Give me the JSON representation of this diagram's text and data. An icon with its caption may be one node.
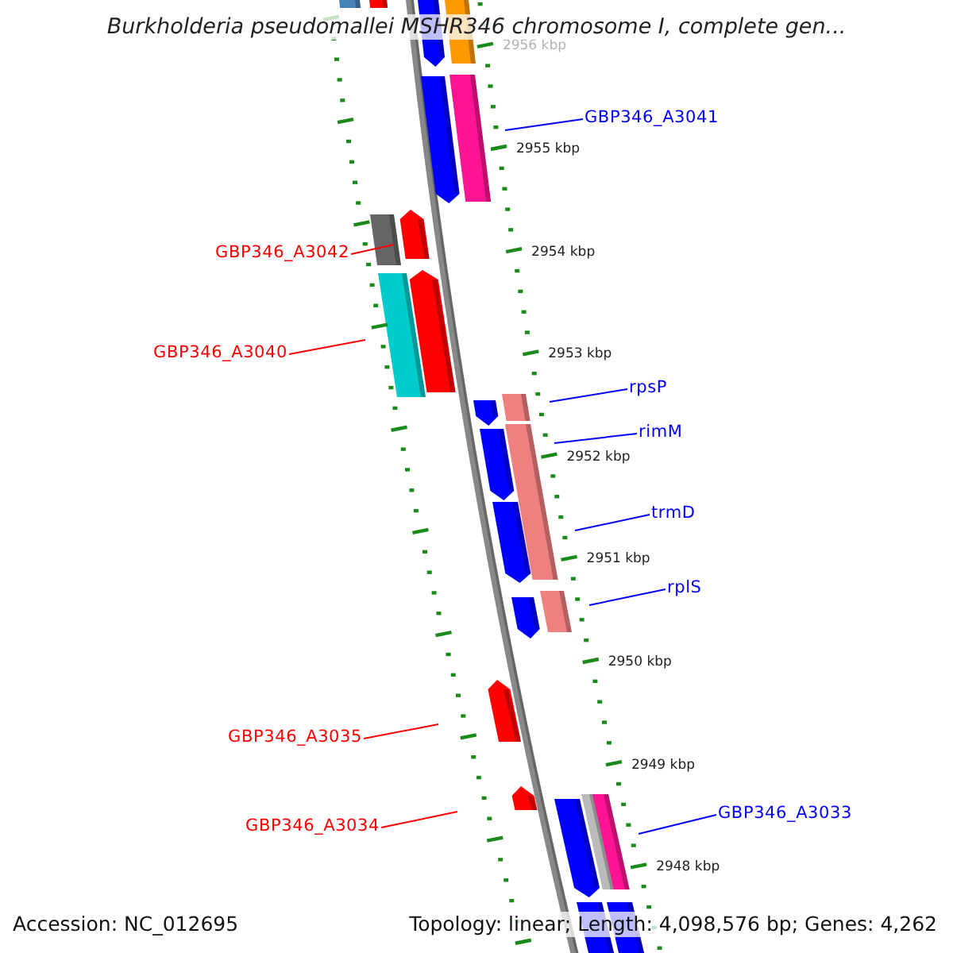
{
  "diagram": {
    "title": "Burkholderia pseudomallei MSHR346 chromosome I, complete gen...",
    "nodes": [
      {
        "text": [
          "GBP346_A3041"
        ]
      },
      {
        "text": [
          "GBP346_A3042"
        ]
      },
      {
        "text": [
          "GBP346_A3040"
        ]
      },
      {
        "text": [
          "rpsP"
        ]
      },
      {
        "text": [
          "rimM"
        ]
      },
      {
        "text": [
          "trmD"
        ]
      },
      {
        "text": [
          "rplS"
        ]
      },
      {
        "text": [
          "GBP346_A3035"
        ]
      },
      {
        "text": [
          "GBP346_A3034"
        ]
      },
      {
        "text": [
          "GBP346_A3033"
        ]
      }
    ],
    "edges": [
      {
        "from": 0,
        "to": null,
        "arrow": "none"
      },
      {
        "from": 1,
        "to": null,
        "arrow": "none",
        "color": "#ff0000"
      },
      {
        "from": 2,
        "to": null,
        "arrow": "none",
        "color": "#ff0000"
      },
      {
        "from": 3,
        "to": null,
        "arrow": "none"
      },
      {
        "from": 4,
        "to": null,
        "arrow": "none"
      },
      {
        "from": 5,
        "to": null,
        "arrow": "none"
      },
      {
        "from": 6,
        "to": null,
        "arrow": "none"
      },
      {
        "from": 7,
        "to": null,
        "arrow": "none",
        "color": "#ff0000"
      },
      {
        "from": 8,
        "to": null,
        "arrow": "none",
        "color": "#ff0000"
      },
      {
        "from": 9,
        "to": null,
        "arrow": "none"
      }
    ],
    "labels": [
      "2956 kbp",
      "2955 kbp",
      "2954 kbp",
      "2953 kbp",
      "2952 kbp",
      "2951 kbp",
      "2950 kbp",
      "2949 kbp",
      "2948 kbp",
      "Accession: NC_012695",
      "Topology: linear; Length: 4,098,576 bp; Genes: 4,262"
    ]
  }
}
